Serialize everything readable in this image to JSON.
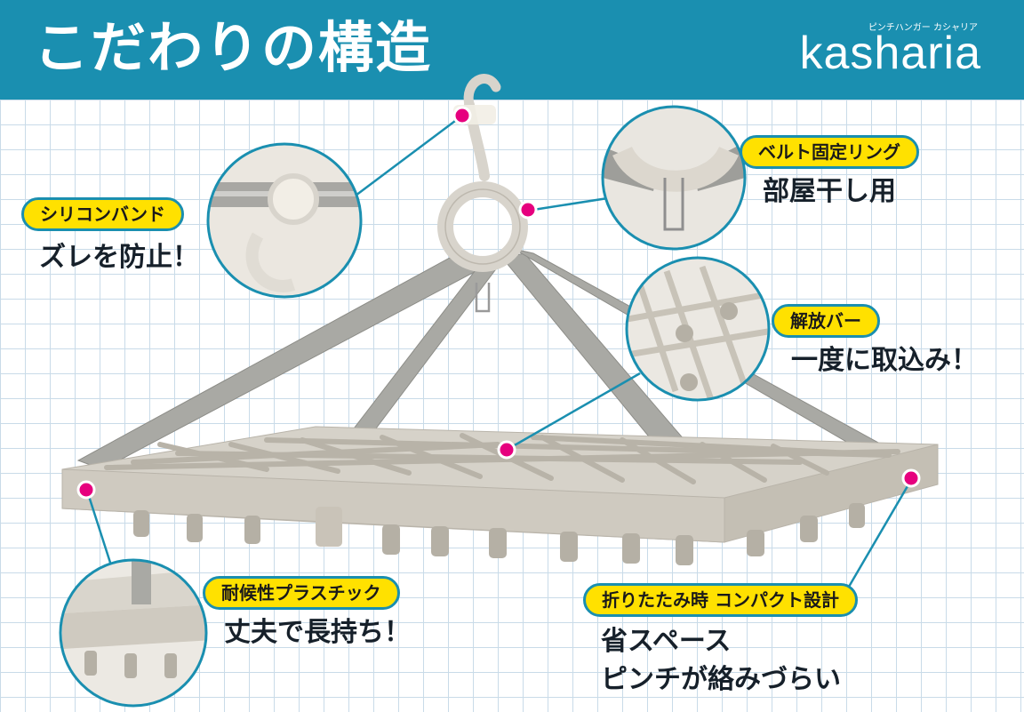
{
  "header": {
    "title": "こだわりの構造",
    "brand_small": "ピンチハンガー カシャリア",
    "brand": "kasharia"
  },
  "callouts": {
    "silicon": {
      "label": "シリコンバンド",
      "desc": "ズレを防止！"
    },
    "belt": {
      "label": "ベルト固定リング",
      "desc": "部屋干し用"
    },
    "release": {
      "label": "解放バー",
      "desc": "一度に取込み！"
    },
    "plastic": {
      "label": "耐候性プラスチック",
      "desc": "丈夫で長持ち！"
    },
    "compact": {
      "label": "折りたたみ時 コンパクト設計",
      "desc1": "省スペース",
      "desc2": "ピンチが絡みづらい"
    }
  },
  "colors": {
    "header_bg": "#1a8fb0",
    "pill_bg": "#ffe100",
    "marker": "#e6007e",
    "grid": "#c9dbe8"
  }
}
